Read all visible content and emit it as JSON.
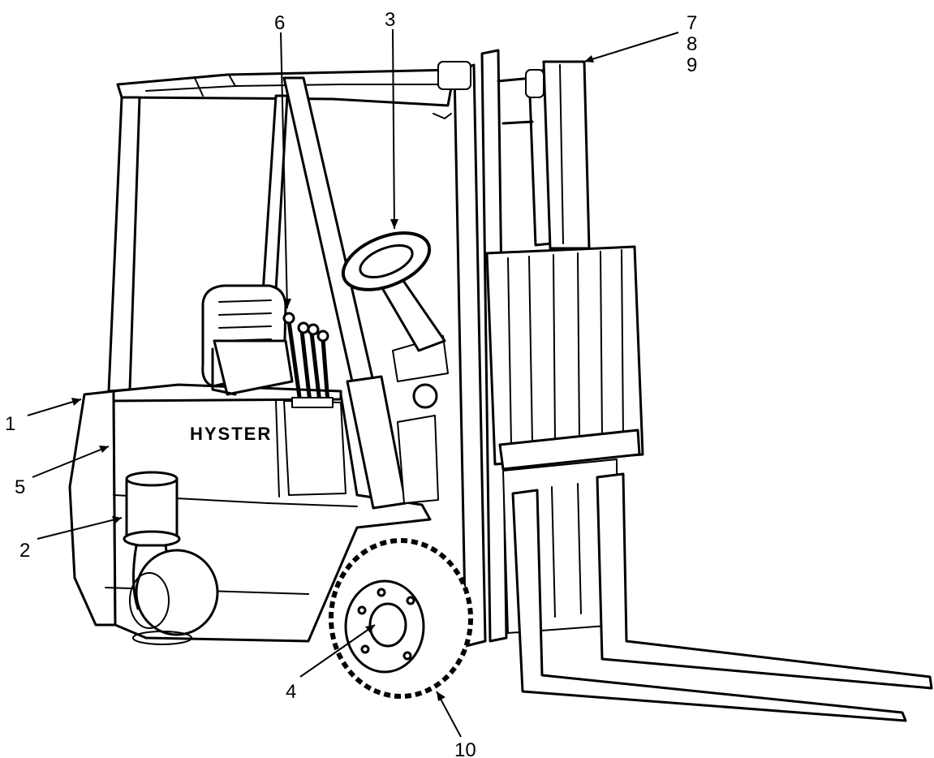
{
  "diagram": {
    "brand_decal": "HYSTER",
    "callouts": [
      {
        "id": "1",
        "label": "1"
      },
      {
        "id": "2",
        "label": "2"
      },
      {
        "id": "3",
        "label": "3"
      },
      {
        "id": "4",
        "label": "4"
      },
      {
        "id": "5",
        "label": "5"
      },
      {
        "id": "6",
        "label": "6"
      },
      {
        "id": "7",
        "label": "7"
      },
      {
        "id": "8",
        "label": "8"
      },
      {
        "id": "9",
        "label": "9"
      },
      {
        "id": "10",
        "label": "10"
      }
    ]
  }
}
